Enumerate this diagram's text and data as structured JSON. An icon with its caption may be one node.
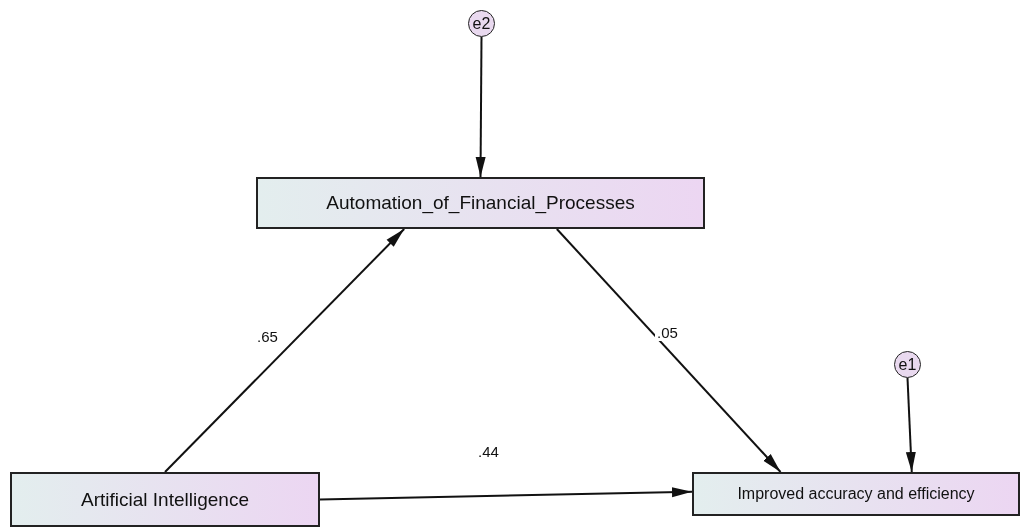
{
  "diagram": {
    "nodes": [
      {
        "text": [
          "e2"
        ]
      },
      {
        "text": [
          "Automation_of_Financial_Processes"
        ]
      },
      {
        "text": [
          "e1"
        ]
      },
      {
        "text": [
          "Artificial Intelligence"
        ]
      },
      {
        "text": [
          "Improved accuracy and efficiency"
        ]
      }
    ],
    "edges": [
      {
        "from": 0,
        "to": 1,
        "arrow": "to"
      },
      {
        "from": 3,
        "to": 1,
        "arrow": "to",
        "label": ".65"
      },
      {
        "from": 1,
        "to": 4,
        "arrow": "to",
        "label": ".05"
      },
      {
        "from": 3,
        "to": 4,
        "arrow": "to",
        "label": ".44"
      },
      {
        "from": 2,
        "to": 4,
        "arrow": "to"
      }
    ]
  }
}
